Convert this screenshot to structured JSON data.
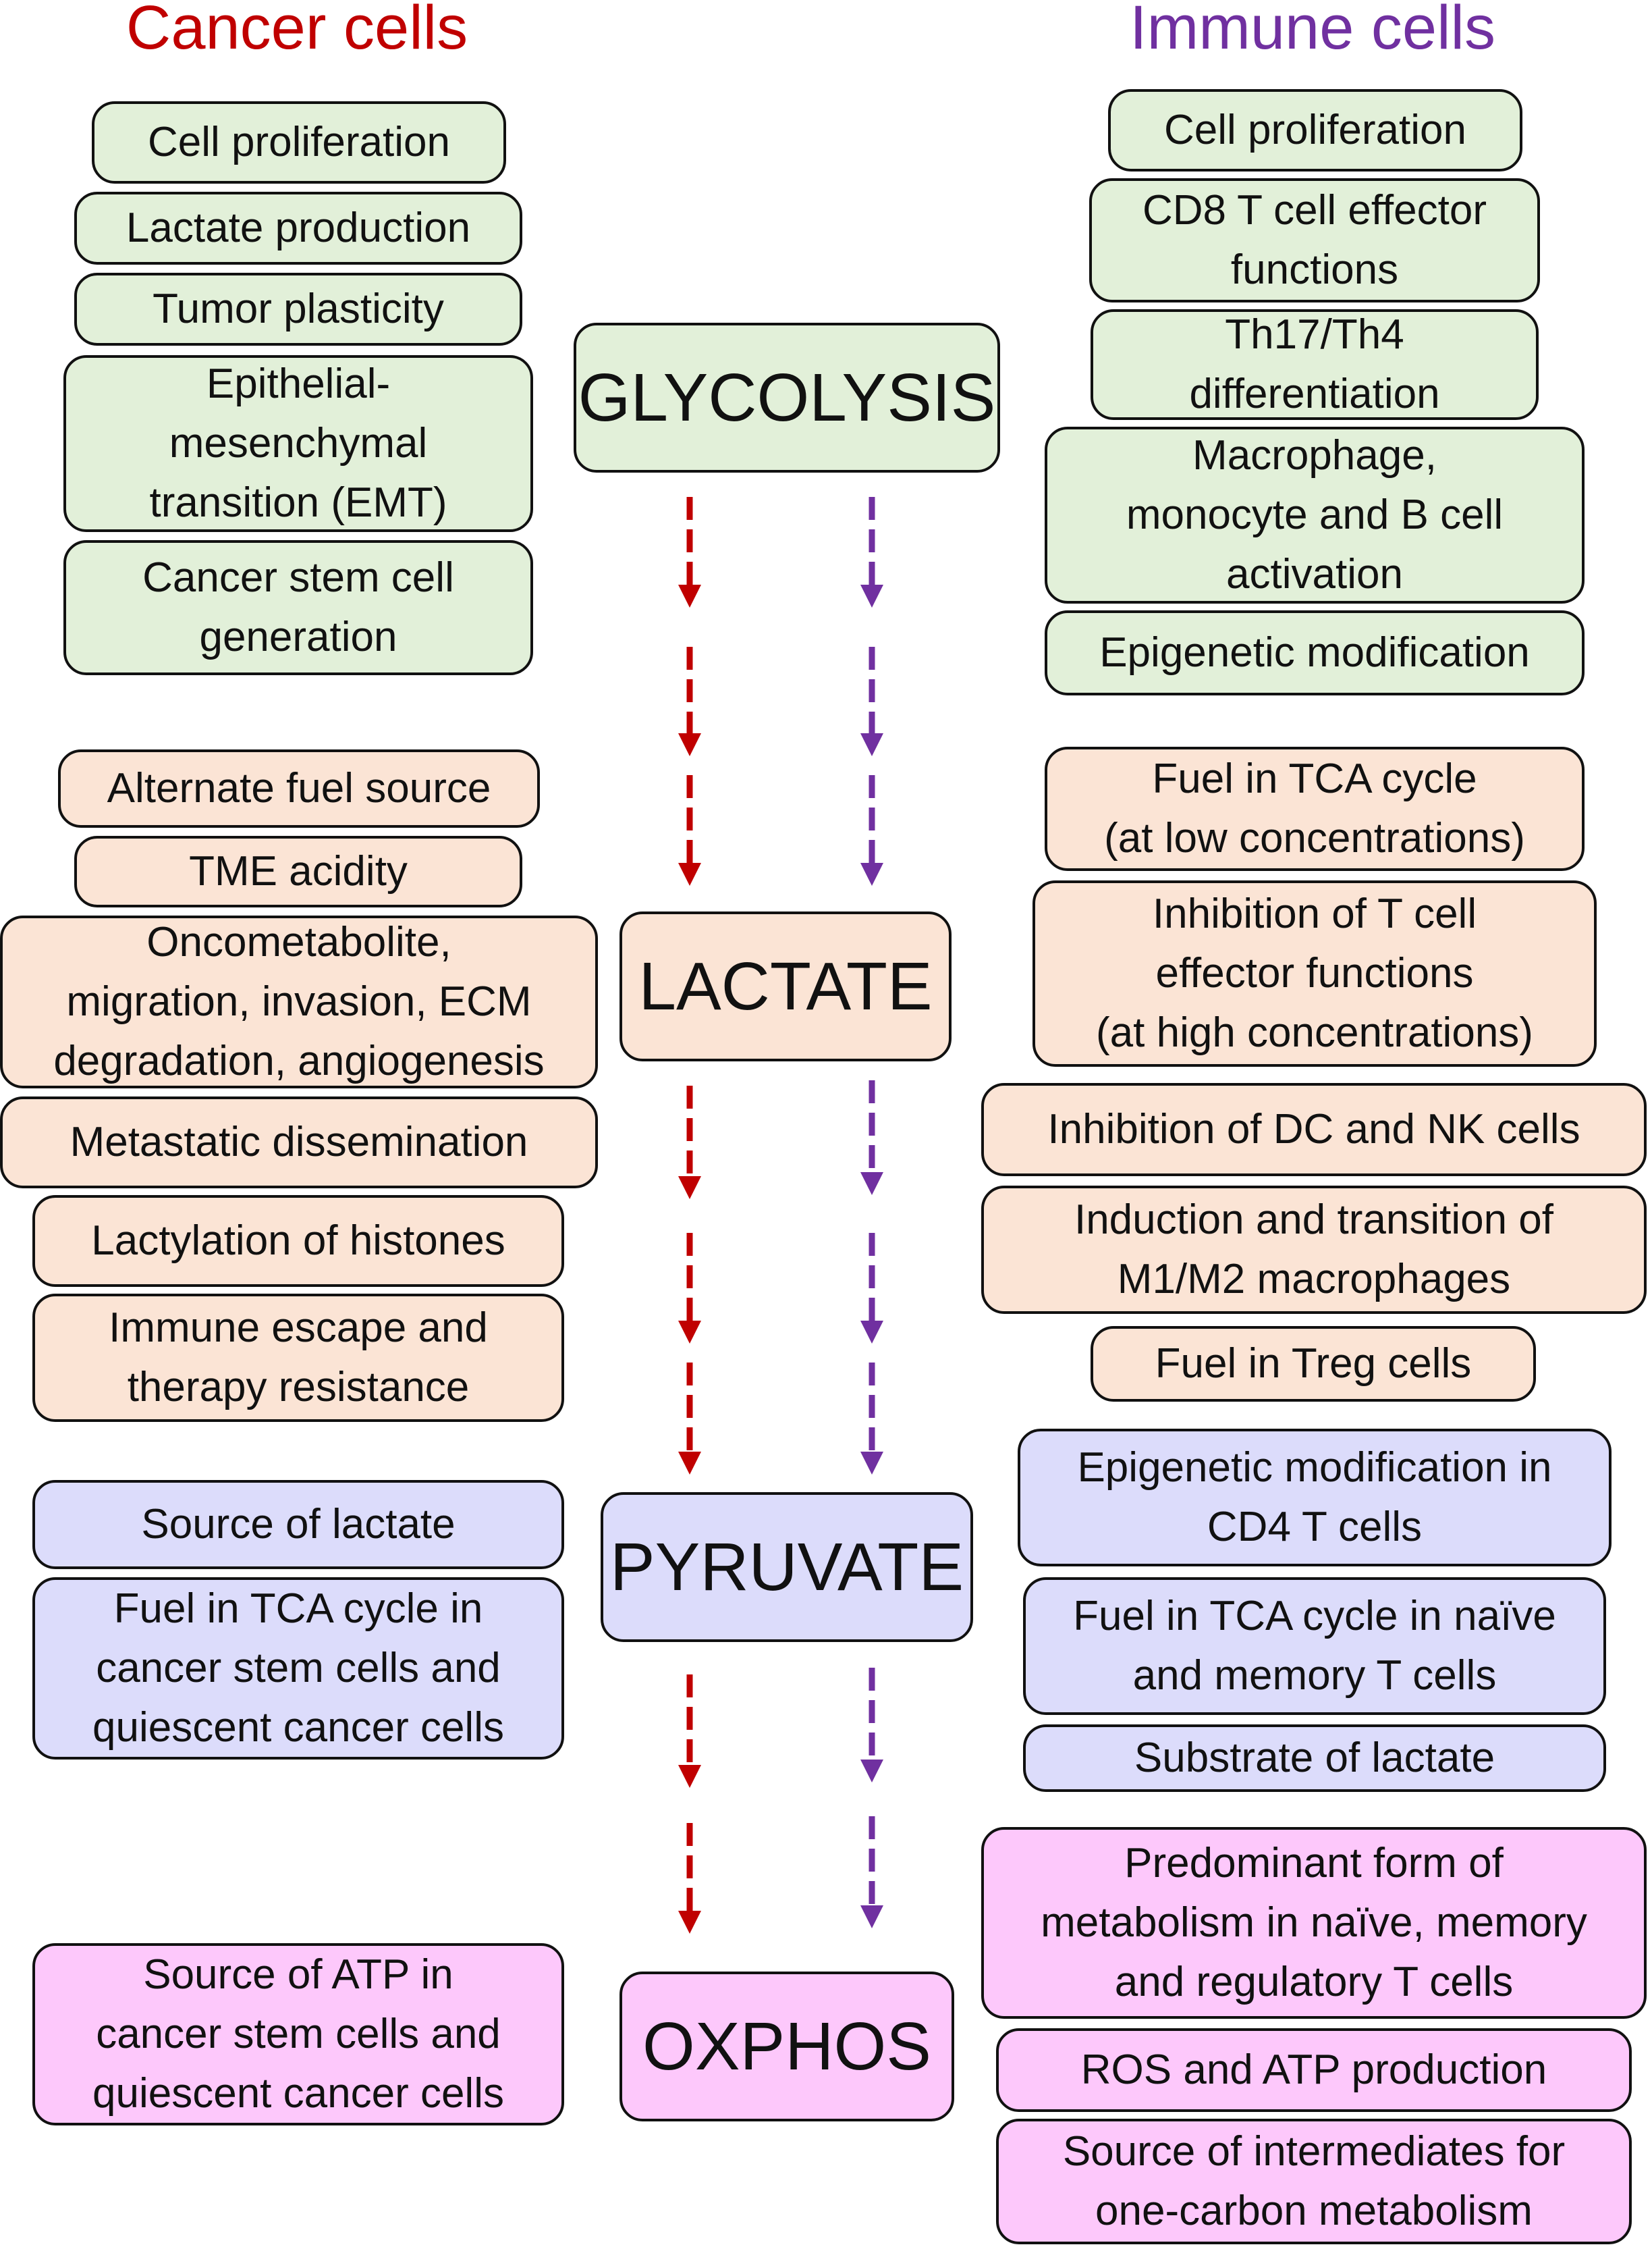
{
  "headers": {
    "cancer": "Cancer cells",
    "immune": "Immune cells"
  },
  "colors": {
    "cancer_header": "#c00000",
    "immune_header": "#7030a0",
    "glycolysis_fill": "#e2f0d9",
    "lactate_fill": "#fbe4d5",
    "pyruvate_fill": "#dcdcfb",
    "oxphos_fill": "#fdc8fb",
    "cancer_arrow": "#c00000",
    "immune_arrow": "#7030a0"
  },
  "pathway": [
    "GLYCOLYSIS",
    "LACTATE",
    "PYRUVATE",
    "OXPHOS"
  ],
  "cancer": {
    "glycolysis": [
      "Cell proliferation",
      "Lactate production",
      "Tumor plasticity",
      "Epithelial-\nmesenchymal\ntransition (EMT)",
      "Cancer stem cell\ngeneration"
    ],
    "lactate": [
      "Alternate fuel source",
      "TME acidity",
      "Oncometabolite,\nmigration, invasion, ECM\ndegradation, angiogenesis",
      "Metastatic dissemination",
      "Lactylation of histones",
      "Immune escape and\ntherapy resistance"
    ],
    "pyruvate": [
      "Source of lactate",
      "Fuel in TCA cycle in\ncancer stem cells and\nquiescent cancer cells"
    ],
    "oxphos": [
      "Source of ATP in\ncancer stem cells and\nquiescent cancer cells"
    ]
  },
  "immune": {
    "glycolysis": [
      "Cell proliferation",
      "CD8 T cell effector\nfunctions",
      "Th17/Th4\ndifferentiation",
      "Macrophage,\nmonocyte and B cell\nactivation",
      "Epigenetic modification"
    ],
    "lactate": [
      "Fuel in TCA cycle\n(at low concentrations)",
      "Inhibition of T cell\neffector functions\n(at high concentrations)",
      "Inhibition of DC and NK cells",
      "Induction and transition of\nM1/M2 macrophages",
      "Fuel in Treg cells"
    ],
    "pyruvate": [
      "Epigenetic modification in\nCD4 T cells",
      "Fuel in TCA cycle in naïve\nand memory T cells",
      "Substrate of lactate"
    ],
    "oxphos": [
      "Predominant form of\nmetabolism in naïve, memory\nand regulatory T cells",
      "ROS and ATP production",
      "Source of intermediates for\none-carbon metabolism"
    ]
  }
}
